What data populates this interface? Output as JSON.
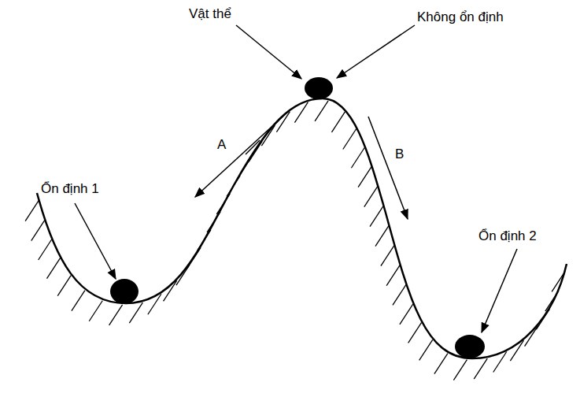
{
  "diagram": {
    "labels": [
      "Vật thể",
      "Không ổn định",
      "A",
      "B",
      "Ổn định 1",
      "Ổn định 2"
    ]
  }
}
